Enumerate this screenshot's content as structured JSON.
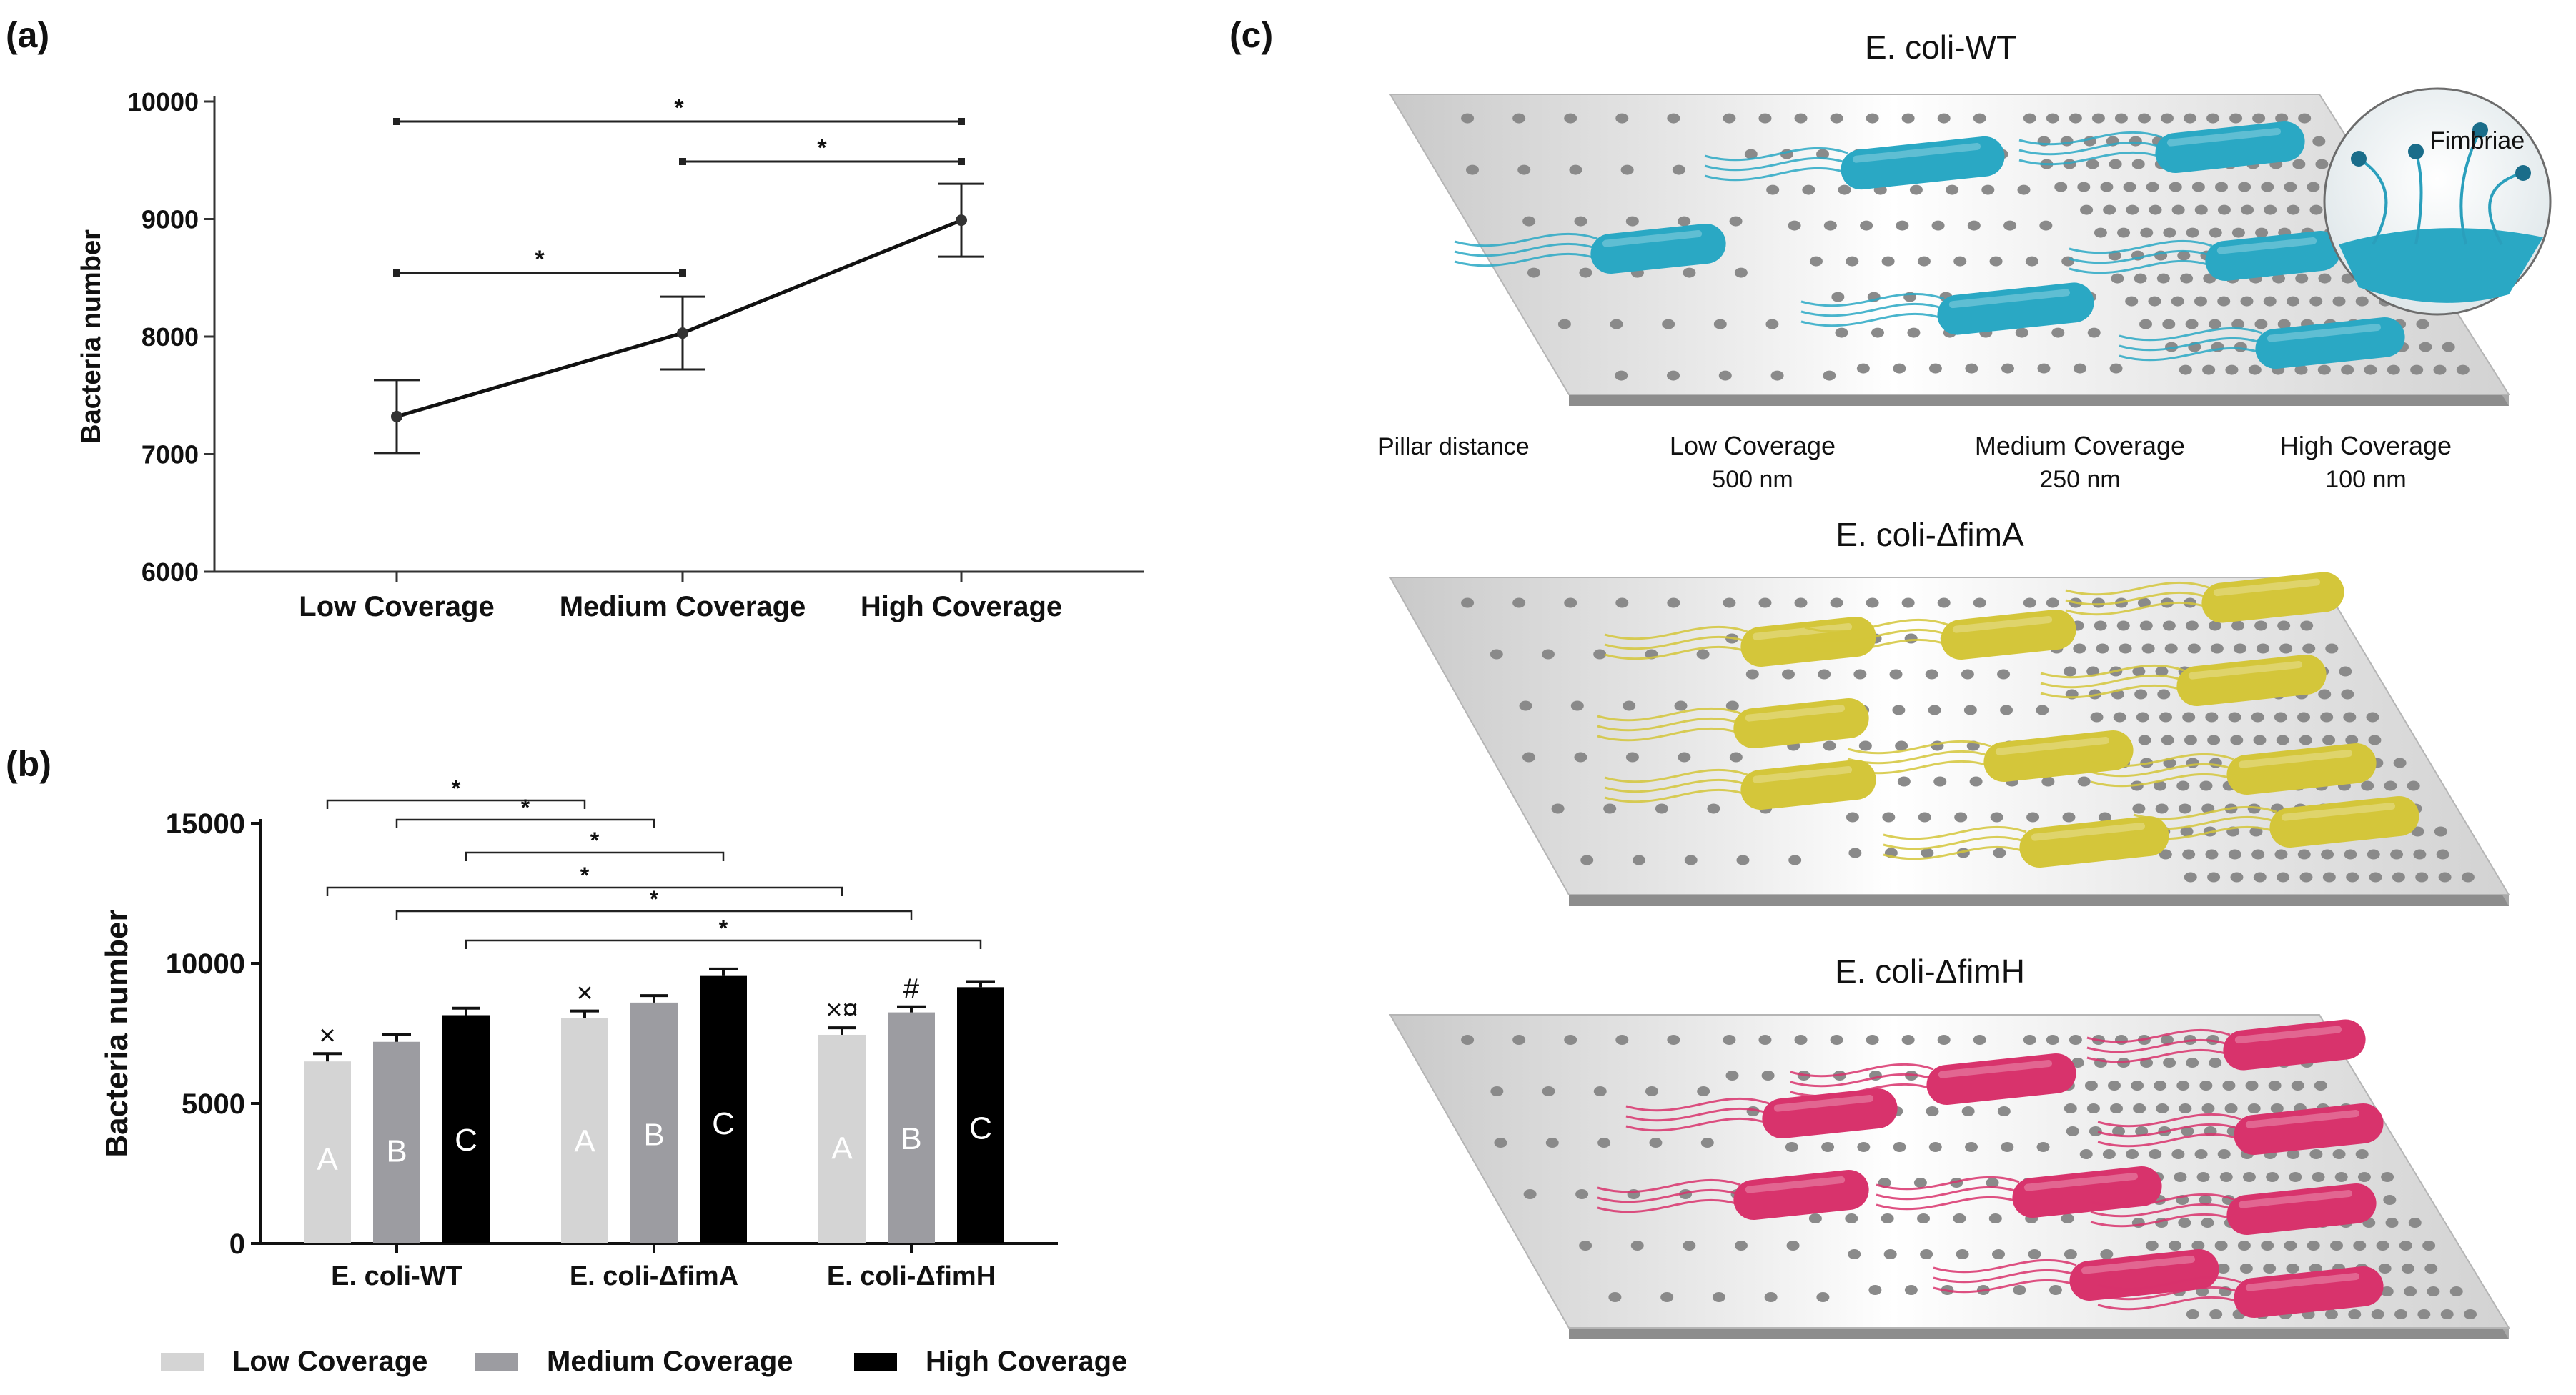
{
  "panels": {
    "a": "(a)",
    "b": "(b)",
    "c": "(c)"
  },
  "chart_data": [
    {
      "panel": "(a)",
      "type": "line",
      "categories": [
        "Low Coverage",
        "Medium Coverage",
        "High Coverage"
      ],
      "values": [
        7320,
        8030,
        8990
      ],
      "error": [
        310,
        310,
        310
      ],
      "ylabel": "Bacteria number",
      "ylim": [
        6000,
        10000
      ],
      "yticks": [
        "6000",
        "7000",
        "8000",
        "9000",
        "10000"
      ],
      "significance": [
        {
          "from": 0,
          "to": 1,
          "label": "*"
        },
        {
          "from": 1,
          "to": 2,
          "label": "*"
        },
        {
          "from": 0,
          "to": 2,
          "label": "*"
        }
      ]
    },
    {
      "panel": "(b)",
      "type": "bar",
      "categories": [
        "E. coli-WT",
        "E. coli-ΔfimA",
        "E. coli-ΔfimH"
      ],
      "ylabel": "Bacteria number",
      "ylim": [
        0,
        15000
      ],
      "yticks": [
        "0",
        "5000",
        "10000",
        "15000"
      ],
      "series": [
        {
          "name": "Low Coverage",
          "letter": "A",
          "color": "#d4d4d4",
          "values": [
            6500,
            8050,
            7450
          ],
          "error": [
            280,
            250,
            250
          ],
          "marks": [
            "×",
            "×",
            "×¤"
          ]
        },
        {
          "name": "Medium Coverage",
          "letter": "B",
          "color": "#9c9ca1",
          "values": [
            7200,
            8600,
            8250
          ],
          "error": [
            250,
            250,
            200
          ],
          "marks": [
            "",
            "",
            "#"
          ]
        },
        {
          "name": "High Coverage",
          "letter": "C",
          "color": "#000000",
          "values": [
            8150,
            9550,
            9150
          ],
          "error": [
            250,
            250,
            200
          ],
          "marks": [
            "",
            "",
            ""
          ]
        }
      ],
      "significance": [
        {
          "group_from": 0,
          "bar_from": 0,
          "group_to": 1,
          "bar_to": 0,
          "label": "*"
        },
        {
          "group_from": 0,
          "bar_from": 1,
          "group_to": 1,
          "bar_to": 1,
          "label": "*"
        },
        {
          "group_from": 0,
          "bar_from": 2,
          "group_to": 1,
          "bar_to": 2,
          "label": "*"
        },
        {
          "group_from": 0,
          "bar_from": 0,
          "group_to": 2,
          "bar_to": 0,
          "label": "*"
        },
        {
          "group_from": 0,
          "bar_from": 1,
          "group_to": 2,
          "bar_to": 1,
          "label": "*"
        },
        {
          "group_from": 0,
          "bar_from": 2,
          "group_to": 2,
          "bar_to": 2,
          "label": "*"
        }
      ],
      "legend": [
        "Low Coverage",
        "Medium Coverage",
        "High Coverage"
      ]
    }
  ],
  "illustration": {
    "plates": [
      {
        "title": "E. coli-WT",
        "bacteria_color": "#2aa8c4"
      },
      {
        "title": "E. coli-ΔfimA",
        "bacteria_color": "#d4c63a"
      },
      {
        "title": "E. coli-ΔfimH",
        "bacteria_color": "#d8336c"
      }
    ],
    "inset_label": "Fimbriae",
    "scale_labels": {
      "pillar": "Pillar distance",
      "low": "Low Coverage",
      "low_nm": "500 nm",
      "medium": "Medium Coverage",
      "medium_nm": "250 nm",
      "high": "High Coverage",
      "high_nm": "100 nm"
    }
  }
}
